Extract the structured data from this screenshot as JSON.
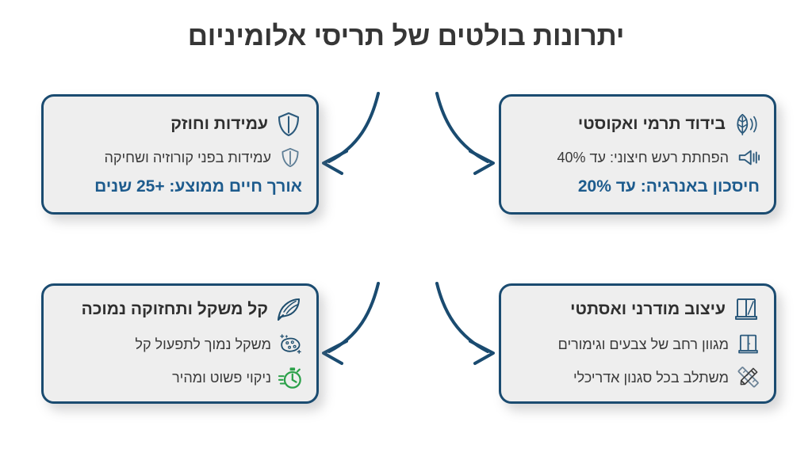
{
  "page": {
    "title": "יתרונות בולטים של תריסי אלומיניום",
    "background_color": "#ffffff",
    "accent_color": "#1a4b70",
    "highlight_color": "#1d5b8d",
    "card_fill_color": "#eeeeee",
    "green_color": "#2ca14a",
    "title_color": "#363636",
    "direction": "rtl",
    "language": "he"
  },
  "cards": [
    {
      "id": "durability",
      "position": "top-left",
      "heading": "עמידות וחוזק",
      "heading_icon": "shield-icon",
      "lines": [
        {
          "text": "עמידות בפני קורוזיה ושחיקה",
          "icon": "shield-icon",
          "style": "sub"
        },
        {
          "text": "אורך חיים ממוצע: +25 שנים",
          "icon": "none",
          "style": "highlight"
        }
      ]
    },
    {
      "id": "insulation",
      "position": "top-right",
      "heading": "בידוד תרמי ואקוסטי",
      "heading_icon": "leaf-sound-icon",
      "lines": [
        {
          "text": "הפחתת רעש חיצוני: עד 40%",
          "icon": "speaker-icon",
          "style": "sub"
        },
        {
          "text": "חיסכון באנרגיה: עד 20%",
          "icon": "none",
          "style": "highlight"
        }
      ]
    },
    {
      "id": "lightweight",
      "position": "bottom-left",
      "heading": "קל משקל ותחזוקה נמוכה",
      "heading_icon": "feather-icon",
      "lines": [
        {
          "text": "משקל נמוך לתפעול קל",
          "icon": "sponge-sparkle-icon",
          "style": "sub"
        },
        {
          "text": "ניקוי פשוט ומהיר",
          "icon": "stopwatch-icon",
          "style": "sub"
        }
      ]
    },
    {
      "id": "design",
      "position": "bottom-right",
      "heading": "עיצוב מודרני ואסתטי",
      "heading_icon": "window-open-icon",
      "lines": [
        {
          "text": "מגוון רחב של צבעים וגימורים",
          "icon": "window-closed-icon",
          "style": "sub"
        },
        {
          "text": "משתלב בכל סגנון אדריכלי",
          "icon": "ruler-pencil-icon",
          "style": "sub"
        }
      ]
    }
  ],
  "arrows": [
    {
      "id": "arrow-top-left",
      "direction": "down-left",
      "color": "#1a4b70"
    },
    {
      "id": "arrow-top-right",
      "direction": "down-right",
      "color": "#1a4b70"
    },
    {
      "id": "arrow-bottom-left",
      "direction": "down-left",
      "color": "#1a4b70"
    },
    {
      "id": "arrow-bottom-right",
      "direction": "down-right",
      "color": "#1a4b70"
    }
  ]
}
